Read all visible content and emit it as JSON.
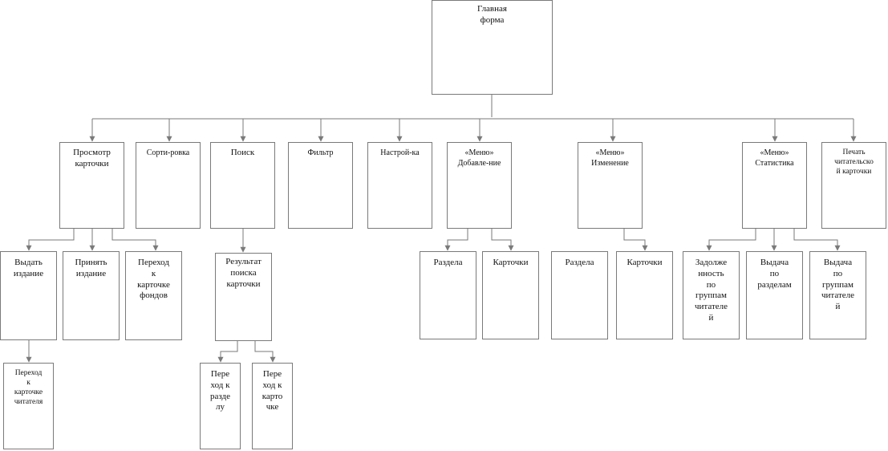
{
  "diagram": {
    "main_form": "Главная\nформа",
    "level1": {
      "view_card": "Просмотр\nкарточки",
      "sorting": "Сорти-ровка",
      "search": "Поиск",
      "filter": "Фильтр",
      "settings": "Настрой-ка",
      "menu_add": "«Меню»\nДобавле-ние",
      "menu_edit": "«Меню»\nИзменение",
      "menu_stats": "«Меню»\nСтатистика",
      "print_reader_card": "Печать\nчитательско\nй карточки"
    },
    "view_card_children": {
      "issue": "Выдать\nиздание",
      "accept": "Принять\nиздание",
      "goto_fund_card": "Переход\nк\nкарточке\nфондов"
    },
    "issue_child": "Переход\nк\nкарточке\nчитателя",
    "search_result": "Результат\nпоиска\nкарточки",
    "search_result_children": {
      "goto_section": "Пере\nход к\nразде\nлу",
      "goto_card": "Пере\nход к\nкарто\nчке"
    },
    "menu_add_children": {
      "section": "Раздела",
      "cards": "Карточки"
    },
    "menu_edit_children": {
      "section": "Раздела",
      "cards": "Карточки"
    },
    "menu_stats_children": {
      "debt_by_groups": "Задолже\nнность\nпо\nгруппам\nчитателе\nй",
      "issue_by_sections": "Выдача\nпо\nразделам",
      "issue_by_groups": "Выдача\nпо\nгруппам\nчитателе\nй"
    }
  },
  "colors": {
    "line": "#7a7a7a",
    "box_border": "#7a7a7a"
  }
}
